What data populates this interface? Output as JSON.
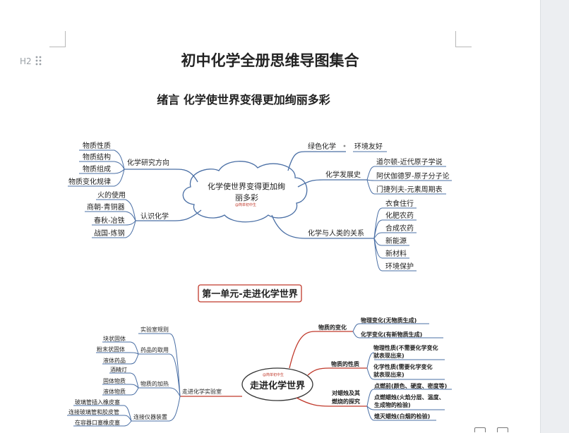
{
  "document": {
    "title": "初中化学全册思维导图集合",
    "heading_hint": "H2",
    "section_heading": "绪言   化学使世界变得更加绚丽多彩"
  },
  "mindmap_intro": {
    "center_line1": "化学使世界变得更加绚",
    "center_line2": "丽多彩",
    "watermark": "@简单初中生",
    "left_branches": [
      {
        "label": "化学研究方向",
        "children": [
          "物质性质",
          "物质结构",
          "物质组成",
          "物质变化规律"
        ]
      },
      {
        "label": "认识化学",
        "children": [
          "火的使用",
          "商朝-青铜器",
          "春秋-冶铁",
          "战国-炼钢"
        ]
      }
    ],
    "right_branches": [
      {
        "label": "绿色化学",
        "children": [
          "环境友好"
        ]
      },
      {
        "label": "化学发展史",
        "children": [
          "道尔顿-近代原子学说",
          "阿伏伽德罗-原子分子论",
          "门捷列夫-元素周期表"
        ]
      },
      {
        "label": "化学与人类的关系",
        "children": [
          "衣食住行",
          "化肥农药",
          "合成农药",
          "新能源",
          "新材料",
          "环境保护"
        ]
      }
    ]
  },
  "unit1": {
    "title": "第一单元-走进化学世界",
    "center": "走进化学世界",
    "watermark": "@简单初中生",
    "left_main": "走进化学实验室",
    "left_groups": [
      {
        "label": "实验室规则",
        "children": []
      },
      {
        "label": "药品的取用",
        "children": [
          "块状固体",
          "粉末状固体",
          "液体药品"
        ]
      },
      {
        "label": "物质的加热",
        "children": [
          "酒精灯",
          "固体物质",
          "液体物质"
        ]
      },
      {
        "label": "连接仪器装置",
        "children": [
          "玻璃管插入橡皮塞",
          "连接玻璃管和胶皮管",
          "在容器口塞橡皮塞"
        ]
      }
    ],
    "right_groups": [
      {
        "label": "物质的变化",
        "children": [
          "物理变化(无物质生成)",
          "化学变化(有新物质生成)"
        ]
      },
      {
        "label": "物质的性质",
        "children": [
          "物理性质(不需要化学变化",
          "就表现出来)",
          "化学性质(需要化学变化",
          "就表现出来)"
        ]
      },
      {
        "label": "对蜡烛及其",
        "label2": "燃烧的探究",
        "children": [
          "点燃前(颜色、硬度、密度等)",
          "点燃蜡烛(火焰分层、温度、",
          "生成物的检验)",
          "熄灭蜡烛(白烟的检验)"
        ]
      }
    ]
  }
}
